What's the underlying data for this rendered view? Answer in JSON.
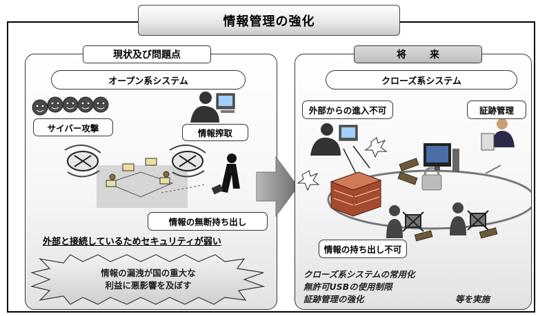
{
  "title": "情報管理の強化",
  "left": {
    "header": "現状及び問題点",
    "system": "オープン系システム",
    "cyber_attack": "サイバー攻撃",
    "info_theft": "情報搾取",
    "unauthorized_takeout": "情報の無断持ち出し",
    "weakness": "外部と接続しているためセキュリティが弱い",
    "impact_line1": "情報の漏洩が国の重大な",
    "impact_line2": "利益に悪影響を及ぼす"
  },
  "right": {
    "header": "将来",
    "system": "クローズ系システム",
    "no_external_entry": "外部からの進入不可",
    "evidence_management": "証跡管理",
    "no_takeout": "情報の持ち出し不可",
    "measures": [
      "クローズ系システムの常用化",
      "無許可USBの使用制限",
      "証跡管理の強化"
    ],
    "measures_suffix": "等を実施"
  },
  "icons": {
    "monster": "virus-monster-icon",
    "hacker": "hacker-icon",
    "router": "router-icon",
    "network": "network-icon",
    "walking_person": "walking-person-icon",
    "firewall": "firewall-icon",
    "lock": "lock-icon",
    "computer": "computer-icon",
    "user": "user-icon",
    "arrow": "transition-arrow"
  }
}
